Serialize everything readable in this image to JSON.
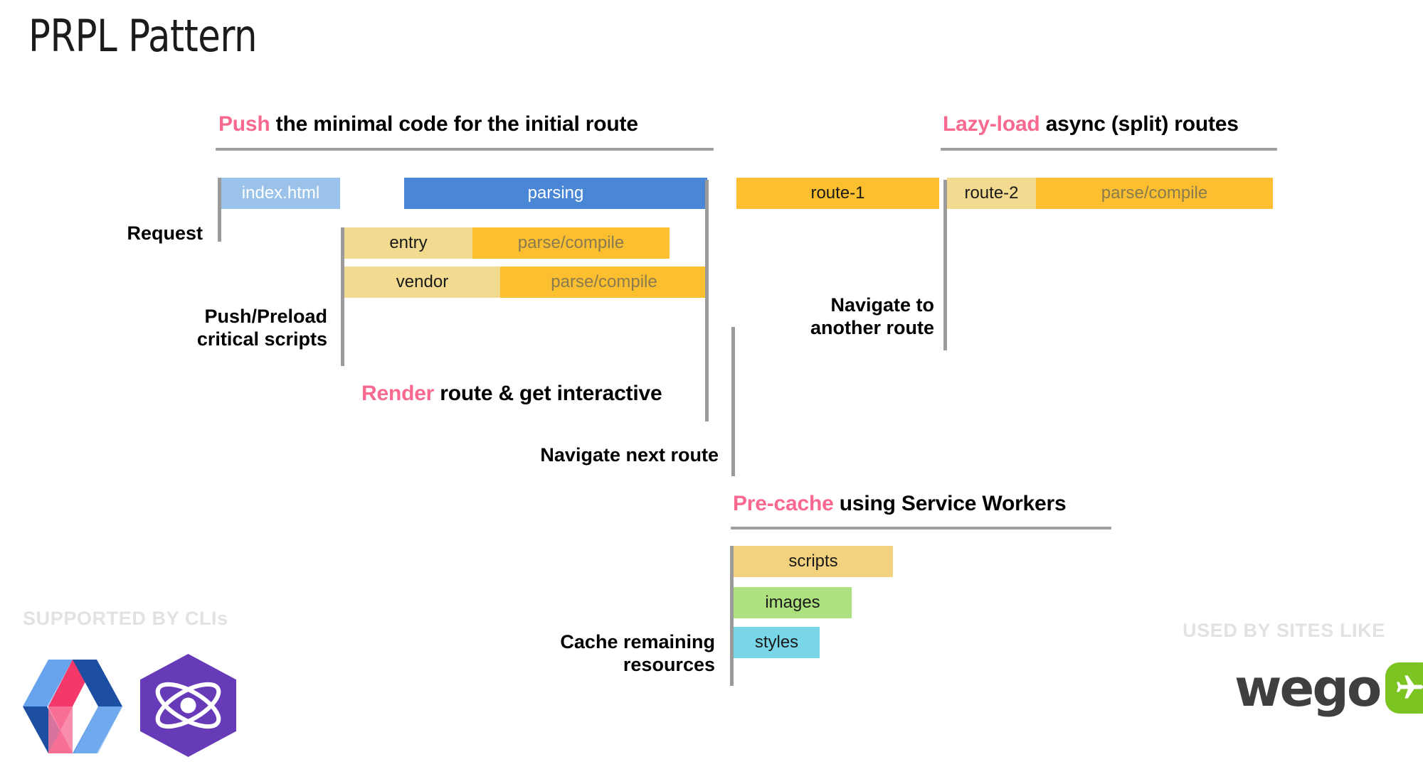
{
  "page": {
    "title": "PRPL Pattern",
    "background": "#ffffff",
    "accent_color": "#F8698F",
    "rule_color": "#9e9e9e",
    "axis_color": "#9b9b9b"
  },
  "sections": {
    "push": {
      "heading_accent": "Push",
      "heading_rest": " the minimal code for the initial route",
      "labels": {
        "request": "Request",
        "push_preload_line1": "Push/Preload",
        "push_preload_line2": "critical scripts"
      },
      "bars": [
        {
          "name": "index-html",
          "segments": [
            {
              "label": "index.html",
              "color": "#9BC2E9",
              "text_color": "white"
            }
          ]
        },
        {
          "name": "parsing",
          "segments": [
            {
              "label": "parsing",
              "color": "#4A86D6",
              "text_color": "white"
            }
          ]
        },
        {
          "name": "entry",
          "segments": [
            {
              "label": "entry",
              "color": "#F2DA90",
              "text_color": "dark"
            },
            {
              "label": "parse/compile",
              "color": "#FBBF30",
              "text_color": "mute"
            }
          ]
        },
        {
          "name": "vendor",
          "segments": [
            {
              "label": "vendor",
              "color": "#F2DA90",
              "text_color": "dark"
            },
            {
              "label": "parse/compile",
              "color": "#FBBF30",
              "text_color": "mute"
            }
          ]
        }
      ]
    },
    "render": {
      "heading_accent": "Render",
      "heading_rest": " route & get interactive",
      "navigate_label": "Navigate next route"
    },
    "lazy_load": {
      "heading_accent": "Lazy-load",
      "heading_rest": " async (split) routes",
      "labels": {
        "navigate_line1": "Navigate to",
        "navigate_line2": "another route"
      },
      "bars": [
        {
          "name": "route-1",
          "segments": [
            {
              "label": "route-1",
              "color": "#FBBF30",
              "text_color": "dark"
            }
          ]
        },
        {
          "name": "route-2",
          "segments": [
            {
              "label": "route-2",
              "color": "#F2DA90",
              "text_color": "dark"
            },
            {
              "label": "parse/compile",
              "color": "#FBBF30",
              "text_color": "mute"
            }
          ]
        }
      ]
    },
    "precache": {
      "heading_accent": "Pre-cache",
      "heading_rest": " using Service Workers",
      "labels": {
        "cache_line1": "Cache remaining",
        "cache_line2": "resources"
      },
      "bars": [
        {
          "name": "scripts",
          "label": "scripts",
          "color": "#F2D27E",
          "text_color": "dark"
        },
        {
          "name": "images",
          "label": "images",
          "color": "#ADE07E",
          "text_color": "dark"
        },
        {
          "name": "styles",
          "label": "styles",
          "color": "#79D6E8",
          "text_color": "dark"
        }
      ]
    }
  },
  "footer": {
    "left_tagline": "SUPPORTED BY CLIs",
    "right_tagline": "USED BY SITES LIKE",
    "logos": [
      {
        "name": "polymer-logo",
        "colors": [
          "#4285F4",
          "#1A4FA0",
          "#F5386A",
          "#F87E9E",
          "#6BA4EC"
        ]
      },
      {
        "name": "preact-logo",
        "colors": [
          "#673AB8",
          "#FFFFFF"
        ]
      }
    ],
    "brand": {
      "name": "wego-logo",
      "wordmark": "wego",
      "tile_color": "#7CC422",
      "word_color": "#3f3f3f"
    }
  }
}
